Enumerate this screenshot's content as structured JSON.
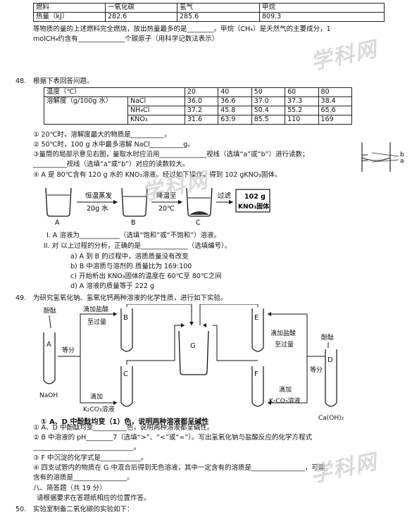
{
  "top_table": {
    "rows": [
      [
        "燃料",
        "一氧化碳",
        "氢气",
        "甲烷"
      ],
      [
        "热量（kJ）",
        "282.6",
        "285.6",
        "809.3"
      ]
    ]
  },
  "q47": {
    "line1": "等物质的量的上述燃料完全燃烧，放出热量最多的是________。甲烷（CH₄）是天然气的主要成分，1",
    "line2": "molCH₄约含有______________个碳原子（用科学记数法表示）"
  },
  "q48": {
    "num": "48.",
    "title": "根据下表回答问题。",
    "table": {
      "temp_label": "温度（℃）",
      "temps": [
        "20",
        "40",
        "50",
        "60",
        "80"
      ],
      "sol_label": "溶解度（g/100g 水）",
      "rows": [
        {
          "name": "NaCl",
          "vals": [
            "36.0",
            "36.6",
            "37.0",
            "37.3",
            "38.4"
          ]
        },
        {
          "name": "NH₄Cl",
          "vals": [
            "37.2",
            "45.8",
            "50.4",
            "55.2",
            "65.6"
          ]
        },
        {
          "name": "KNO₃",
          "vals": [
            "31.6",
            "63.9",
            "85.5",
            "110",
            "169"
          ]
        }
      ]
    },
    "s1": "① 20℃时，溶解度最大的物质是__________。",
    "s2": "② 50℃时，100 g 水中最多溶解 NaCl__________g。",
    "s3a": "③量筒的局部示意见右图，量取水时应沿用______________视线（选填“a”或“b”）进行读数；",
    "s3b": "__________视线（选填“a”或“b”）对应的读数较大。",
    "s4": "④ A 是 80℃含有 120 g 水的 KNO₃溶液。经过如下操作，得到 102 gKNO₃固体。",
    "diagram": {
      "arrow1_top": "恒温蒸发",
      "arrow1_bottom": "20g 水",
      "arrow2_top": "降温至",
      "arrow2_bottom": "20℃",
      "arrow3_top": "过滤",
      "box_line1": "102 g",
      "box_line2": "KNO₃固体",
      "lbl_a": "A",
      "lbl_b": "B",
      "lbl_c": "C",
      "cyl_b": "b",
      "cyl_a": "a"
    },
    "sub1": "I. A 溶液为____________（选填“饱和”或“不饱和”）溶液。",
    "sub2": "II. 对 以上过程的分析，正确的是______________（选填编号）。",
    "opts": [
      "a)    A 到 B 的过程中，溶质质量没有改变",
      "b)    B 中溶质与溶剂的 质量比为 169:100",
      "c)    开始析出 KNO₃固体的温度在 60℃至 80℃之间",
      "d)    A 溶液的质量等于 222 g"
    ]
  },
  "q49": {
    "num": "49.",
    "title": "为研究氢氧化钠、氢氧化钙两种溶液的化学性质，进行如下实验。",
    "diagram": {
      "phenol_left": "酚酞",
      "phenol_right": "酚酞",
      "lbl_a": "A",
      "lbl_b": "B",
      "lbl_c": "C",
      "lbl_d": "D",
      "lbl_e": "E",
      "lbl_f": "F",
      "lbl_g": "G",
      "naoh": "NaOH",
      "caoh": "Ca(OH)₂",
      "dengfen_l": "等分",
      "dengfen_r": "等分",
      "add_hcl_l": "滴加盐酸",
      "excess_l": "至过量",
      "add_k_l": "滴加",
      "k2co3_l": "K₂CO₃溶液",
      "add_hcl_r": "滴加盐酸",
      "excess_r": "至过量",
      "add_k_r": "滴加",
      "k2co3_r": "K₂CO₃溶液",
      "cut": "① A、D 中酚酞均变（1）色，说明两种溶液都呈碱性"
    },
    "s1": "① A、D 中酚酞均变__________色，说明两种溶液都呈碱性。",
    "s2a": "② B 中溶液的 pH________7（选填“>”、“<”或“=”）。写出氢氧化钠与盐酸反应的化学方程式",
    "s2b": "______________________________。",
    "s3": "③ F 中沉淀的化学式是____________。",
    "s4a": "④ 四支试管内的物质在 G 中混合后得到无色溶液，其中一定含有的溶质是________________，可能",
    "s4b": "含有的溶质是________________。"
  },
  "section8": {
    "heading": "八、简答题（共 19 分）",
    "note": "请根据要求在答题纸相应的位置作答。"
  },
  "q50": {
    "num": "50.",
    "title": "实验室制备二氧化碳的实验如下："
  },
  "watermark": "学科网"
}
